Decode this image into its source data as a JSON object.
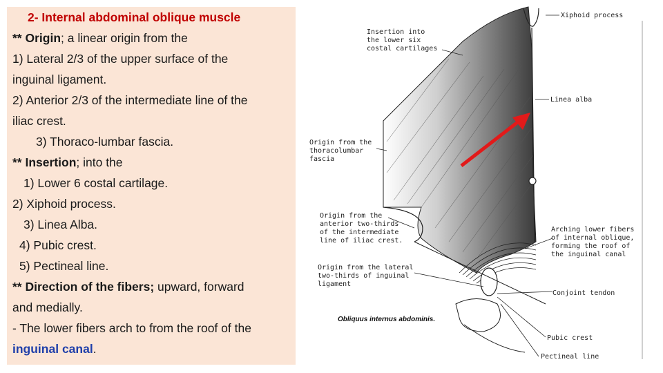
{
  "text": {
    "title": "2- Internal abdominal oblique muscle",
    "origin_head": "** Origin",
    "origin_tail": "; a linear origin from the",
    "o1_a": "1) Lateral 2/3 of the upper surface of the",
    "o1_b": "inguinal ligament.",
    "o2_a": "2) Anterior 2/3 of the intermediate line of the",
    "o2_b": "iliac crest.",
    "o3": "3) Thoraco-lumbar fascia.",
    "insertion_head": "** Insertion",
    "insertion_tail": "; into the",
    "i1": "1) Lower 6 costal cartilage.",
    "i2": "2) Xiphoid process.",
    "i3": "3) Linea Alba.",
    "i4": "4) Pubic crest.",
    "i5": "5) Pectineal line.",
    "direction_head": "** Direction of the fibers;",
    "direction_tail": " upward, forward",
    "direction_b": "and medially.",
    "lower_fibers": "- The lower fibers arch to from the roof of the",
    "canal": "inguinal canal",
    "canal_period": "."
  },
  "diagram": {
    "xiphoid": "Xiphoid process",
    "insertion_1": "Insertion into",
    "insertion_2": "the lower six",
    "insertion_3": "costal cartilages",
    "linea_alba": "Linea alba",
    "tl_1": "Origin from the",
    "tl_2": "thoracolumbar",
    "tl_3": "fascia",
    "ic_1": "Origin from the",
    "ic_2": "anterior two-thirds",
    "ic_3": "of the intermediate",
    "ic_4": "line of iliac crest.",
    "arch_1": "Arching lower fibers",
    "arch_2": "of internal oblique,",
    "arch_3": "forming the roof of",
    "arch_4": "the inguinal canal",
    "il_1": "Origin from the lateral",
    "il_2": "two-thirds of inguinal",
    "il_3": "ligament",
    "conjoint": "Conjoint tendon",
    "muscle_name": "Obliquus internus abdominis.",
    "pubic_crest": "Pubic crest",
    "pectineal": "Pectineal line",
    "arrow_color": "#e21a1a"
  }
}
